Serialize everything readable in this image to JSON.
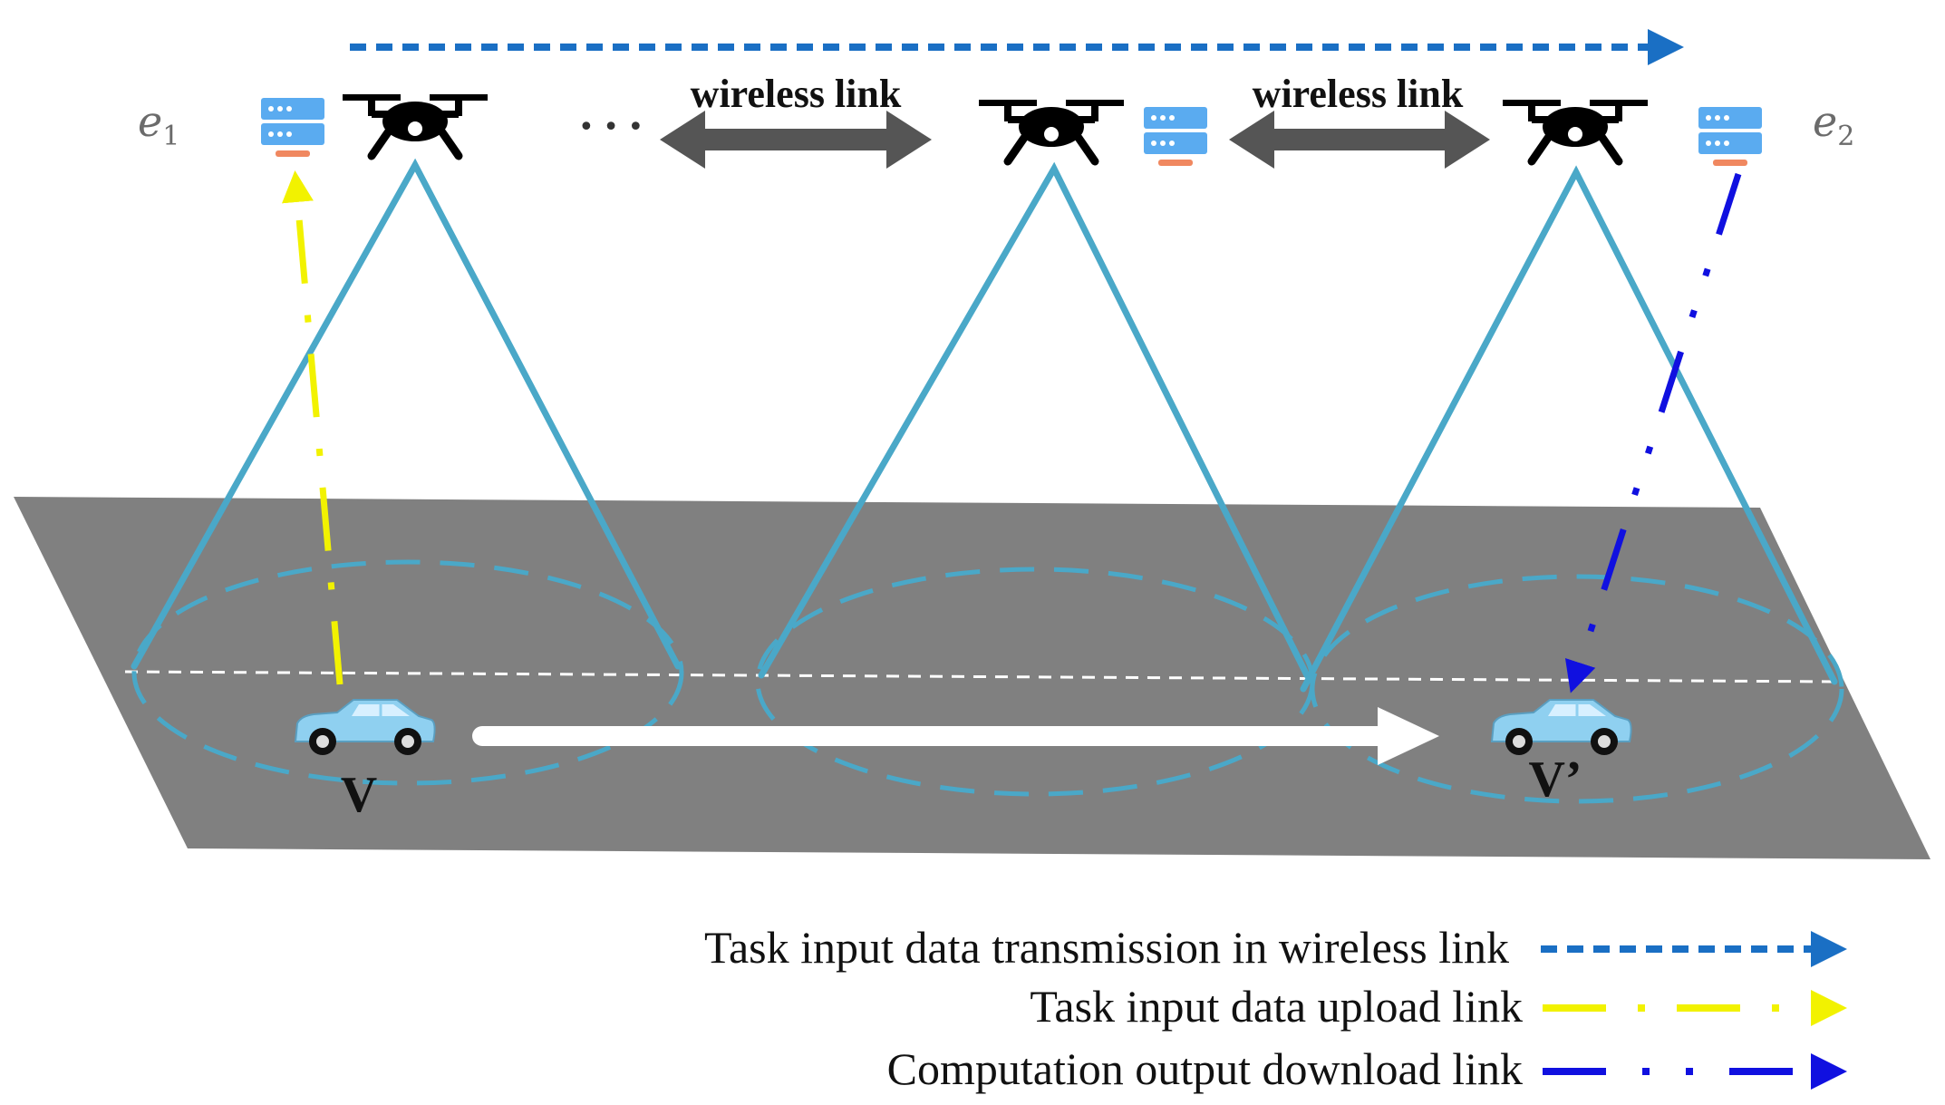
{
  "edge_nodes": {
    "left": {
      "letter": "e",
      "index": "1"
    },
    "right": {
      "letter": "e",
      "index": "2"
    }
  },
  "ellipsis": "• • •",
  "wireless_links": [
    "wireless link",
    "wireless link"
  ],
  "vehicles": {
    "start": "V",
    "end": "V’"
  },
  "legend": [
    {
      "label": "Task input data transmission in wireless link",
      "color": "#1a6fc4",
      "style": "dashed"
    },
    {
      "label": "Task input data upload link",
      "color": "#f2f200",
      "style": "dash-dot"
    },
    {
      "label": "Computation output download link",
      "color": "#1010e0",
      "style": "dash-dot-dot"
    }
  ],
  "colors": {
    "road": "#808080",
    "coverage": "#4aa8c8",
    "vehicle_body": "#8fd0f0",
    "server": "#5aabf0",
    "server_base": "#f08860",
    "link_arrow": "#555555",
    "trajectory": "#ffffff"
  }
}
